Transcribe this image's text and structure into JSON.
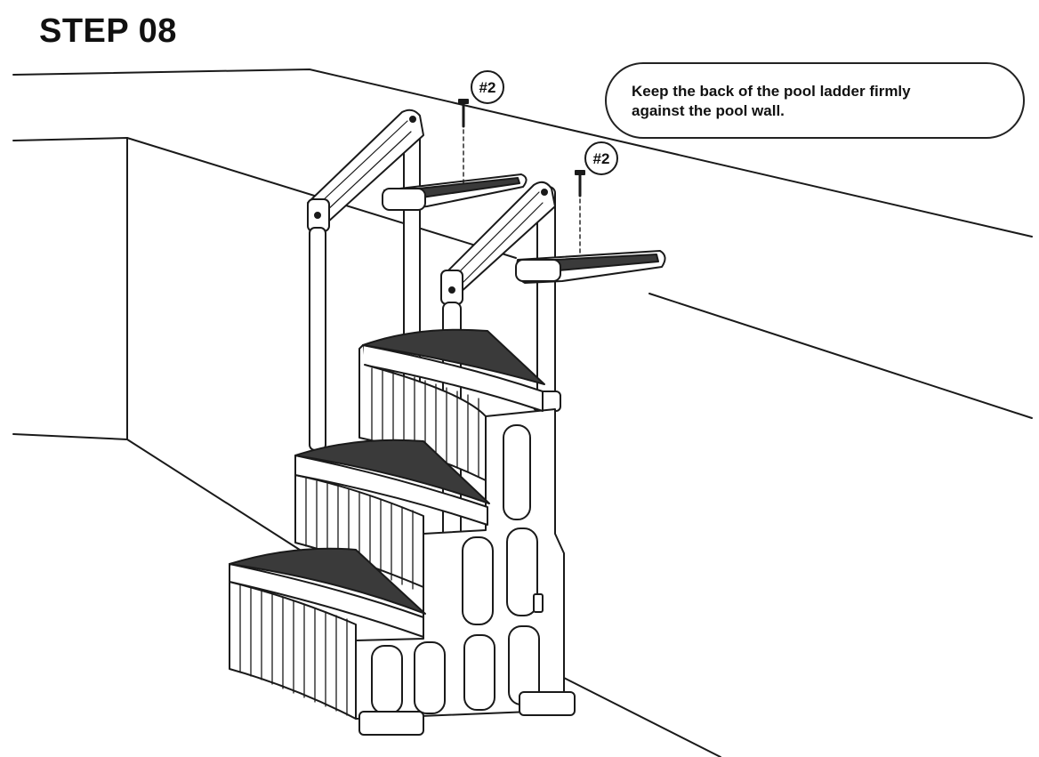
{
  "step": {
    "title": "STEP 08"
  },
  "note": {
    "line1": "Keep the back of the pool ladder firmly",
    "line2": "against the pool wall."
  },
  "callouts": [
    {
      "label": "#2",
      "icon": "screw-icon"
    },
    {
      "label": "#2",
      "icon": "screw-icon"
    }
  ],
  "colors": {
    "line": "#1a1a1a",
    "tread": "#3a3a3a",
    "fill": "#ffffff"
  }
}
